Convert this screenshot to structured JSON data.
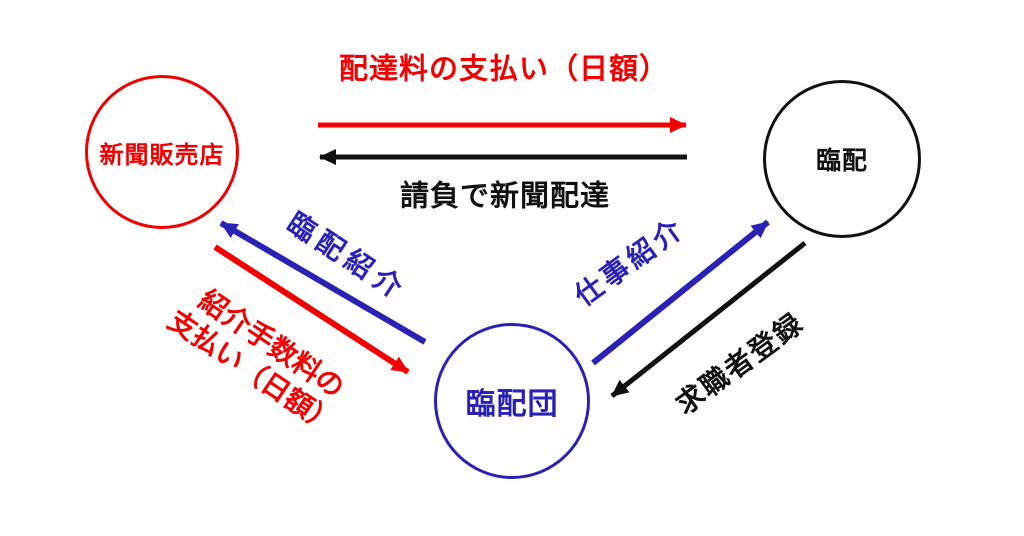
{
  "colors": {
    "red": "#f20000",
    "blue": "#2a22b5",
    "black": "#111111",
    "background": "#ffffff"
  },
  "nodes": {
    "newspaper_shop": {
      "label": "新聞販売店"
    },
    "rinpai": {
      "label": "臨配"
    },
    "rinpai_dan": {
      "label": "臨配団"
    }
  },
  "edges": {
    "delivery_fee_payment": {
      "label": "配達料の支払い（日額）",
      "color": "red",
      "from": "新聞販売店",
      "to": "臨配"
    },
    "contract_delivery": {
      "label": "請負で新聞配達",
      "color": "black",
      "from": "臨配",
      "to": "新聞販売店"
    },
    "rinpai_introduction": {
      "label": "臨配紹介",
      "color": "blue",
      "from": "臨配団",
      "to": "新聞販売店"
    },
    "referral_fee_payment": {
      "lines": [
        "紹介手数料の",
        "支払い（日額）"
      ],
      "color": "red",
      "from": "新聞販売店",
      "to": "臨配団"
    },
    "job_introduction": {
      "label": "仕事紹介",
      "color": "blue",
      "from": "臨配団",
      "to": "臨配"
    },
    "jobseeker_registration": {
      "label": "求職者登録",
      "color": "black",
      "from": "臨配",
      "to": "臨配団"
    }
  }
}
